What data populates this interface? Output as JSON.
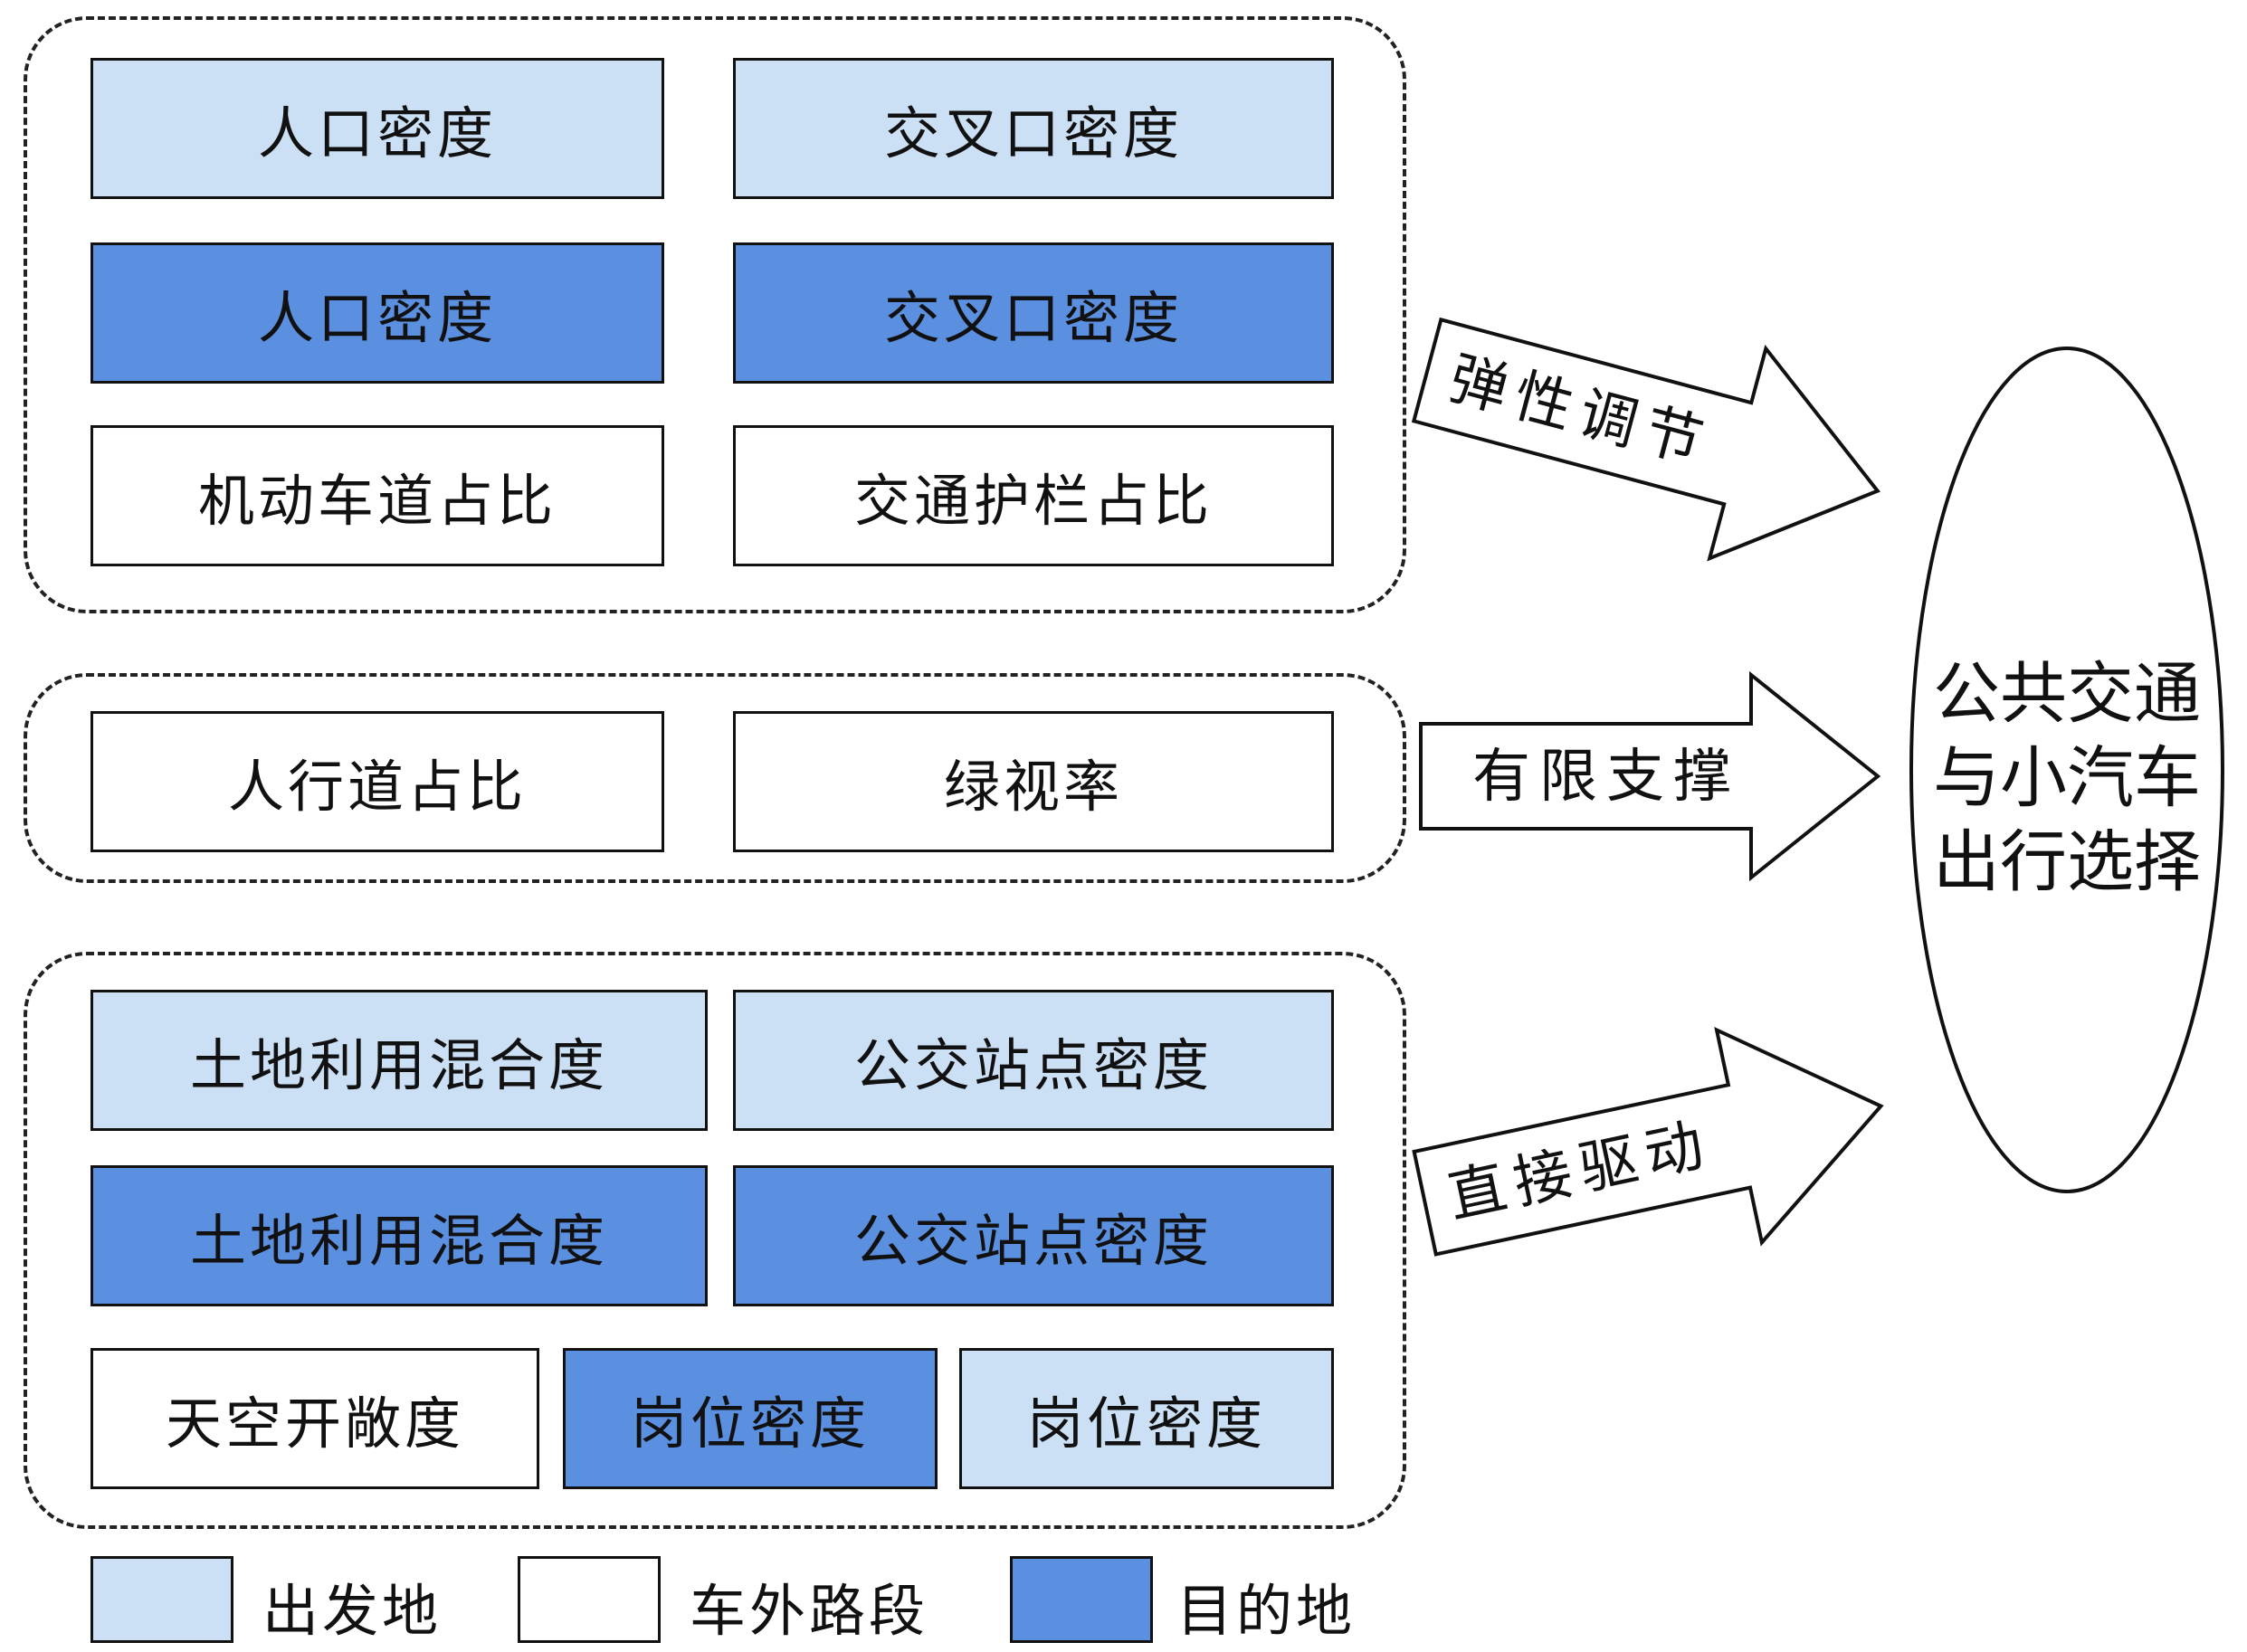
{
  "groups": {
    "top": {
      "rows": [
        [
          "人口密度",
          "交叉口密度"
        ],
        [
          "人口密度",
          "交叉口密度"
        ],
        [
          "机动车道占比",
          "交通护栏占比"
        ]
      ]
    },
    "middle": {
      "rows": [
        [
          "人行道占比",
          "绿视率"
        ]
      ]
    },
    "bottom": {
      "rows": [
        [
          "土地利用混合度",
          "公交站点密度"
        ],
        [
          "土地利用混合度",
          "公交站点密度"
        ],
        [
          "天空开敞度",
          "岗位密度",
          "岗位密度"
        ]
      ]
    }
  },
  "arrows": {
    "top": "弹性调节",
    "middle": "有限支撑",
    "bottom": "直接驱动"
  },
  "target": {
    "lines": [
      "公共交通",
      "与小汽车",
      "出行选择"
    ]
  },
  "legend": {
    "origin": "出发地",
    "road": "车外路段",
    "destination": "目的地"
  },
  "colors": {
    "origin": "#cce0f5",
    "destination": "#5b8fe0",
    "road": "#ffffff"
  }
}
